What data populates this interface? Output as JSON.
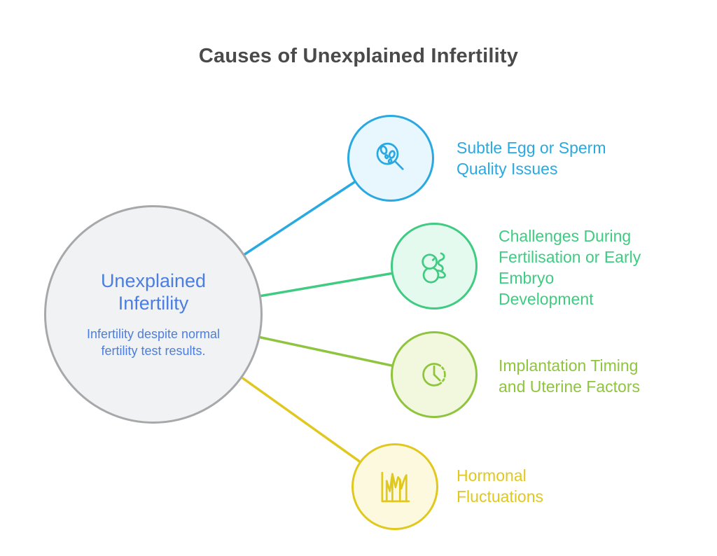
{
  "title": "Causes of Unexplained Infertility",
  "center": {
    "title": "Unexplained\nInfertility",
    "subtitle": "Infertility despite normal\nfertility test results."
  },
  "colors": {
    "title_text": "#4a4a4a",
    "center_fill": "#f1f2f3",
    "center_border": "#a7a8aa",
    "center_text": "#4b7ee0",
    "blue": "#29a9e1",
    "blue_fill": "#e8f6fd",
    "green": "#3fcb81",
    "green_fill": "#e5faef",
    "olive": "#8fc43e",
    "olive_fill": "#f1f8dd",
    "yellow": "#e1c81f",
    "yellow_fill": "#fdf9df"
  },
  "branches": [
    {
      "id": "egg-sperm-quality",
      "label": "Subtle Egg or Sperm\nQuality Issues",
      "color": "#29a9e1",
      "icon": "magnifier-cells-icon"
    },
    {
      "id": "fertilisation-embryo",
      "label": "Challenges During\nFertilisation or Early\nEmbryo\nDevelopment",
      "color": "#3fcb81",
      "icon": "embryo-icon"
    },
    {
      "id": "implantation-uterine",
      "label": "Implantation Timing\nand Uterine Factors",
      "color": "#8fc43e",
      "icon": "clock-icon"
    },
    {
      "id": "hormonal-fluctuations",
      "label": "Hormonal\nFluctuations",
      "color": "#e1c81f",
      "icon": "fluctuation-chart-icon"
    }
  ]
}
